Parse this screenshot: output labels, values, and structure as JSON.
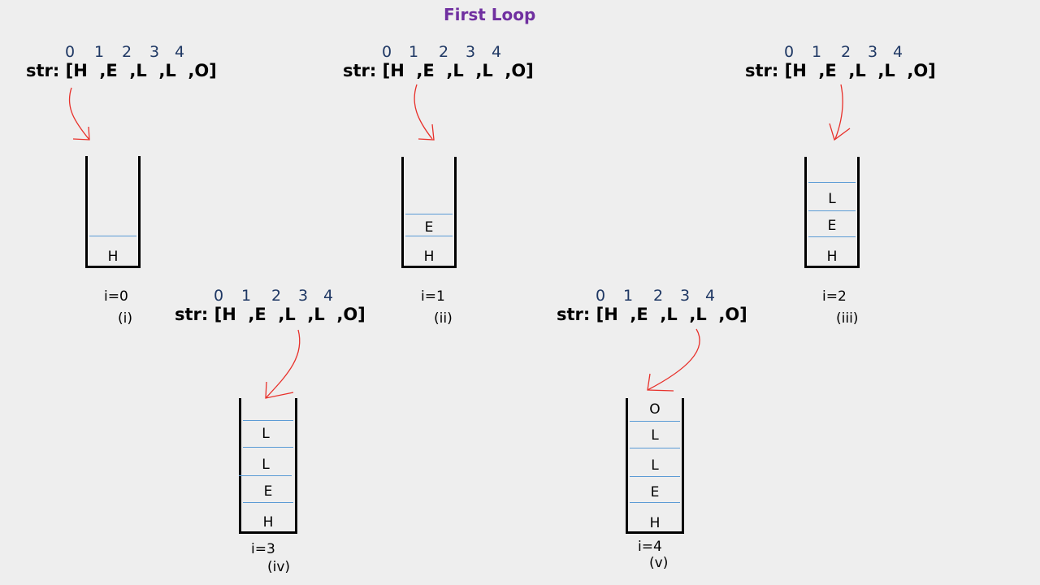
{
  "title": "First Loop",
  "str_label": "str:",
  "indices": [
    "0",
    "1",
    "2",
    "3",
    "4"
  ],
  "array_items": [
    "[H",
    ",E",
    ",L",
    ",L",
    ",O]"
  ],
  "arrow_color": "#e8302a",
  "separator_color": "#5b9bd5",
  "title_color": "#7030a0",
  "index_color": "#1f3864",
  "panels": [
    {
      "iteration": "i=0",
      "numeral": "(i)",
      "stack": [
        "H"
      ]
    },
    {
      "iteration": "i=1",
      "numeral": "(ii)",
      "stack": [
        "H",
        "E"
      ]
    },
    {
      "iteration": "i=2",
      "numeral": "(iii)",
      "stack": [
        "H",
        "E",
        "L"
      ]
    },
    {
      "iteration": "i=3",
      "numeral": "(iv)",
      "stack": [
        "H",
        "E",
        "L",
        "L"
      ]
    },
    {
      "iteration": "i=4",
      "numeral": "(v)",
      "stack": [
        "H",
        "E",
        "L",
        "L",
        "O"
      ]
    }
  ]
}
